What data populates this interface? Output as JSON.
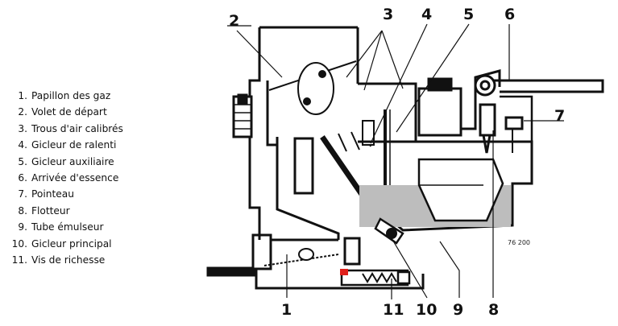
{
  "legend": [
    {
      "num": "1.",
      "label": "Papillon des gaz"
    },
    {
      "num": "2.",
      "label": "Volet de départ"
    },
    {
      "num": "3.",
      "label": "Trous d'air calibrés"
    },
    {
      "num": "4.",
      "label": "Gicleur de ralenti"
    },
    {
      "num": "5.",
      "label": "Gicleur auxiliaire"
    },
    {
      "num": "6.",
      "label": "Arrivée d'essence"
    },
    {
      "num": "7.",
      "label": "Pointeau"
    },
    {
      "num": "8.",
      "label": "Flotteur"
    },
    {
      "num": "9.",
      "label": "Tube émulseur"
    },
    {
      "num": "10.",
      "label": "Gicleur principal"
    },
    {
      "num": "11.",
      "label": "Vis de richesse"
    }
  ],
  "callouts": {
    "c1": "1",
    "c2": "2",
    "c3": "3",
    "c4": "4",
    "c5": "5",
    "c6": "6",
    "c7": "7",
    "c8": "8",
    "c9": "9",
    "c10": "10",
    "c11": "11"
  },
  "figure_code": "76 200",
  "colors": {
    "ink": "#111111",
    "fuel": "#bdbdbd",
    "accent": "#e0201b"
  }
}
